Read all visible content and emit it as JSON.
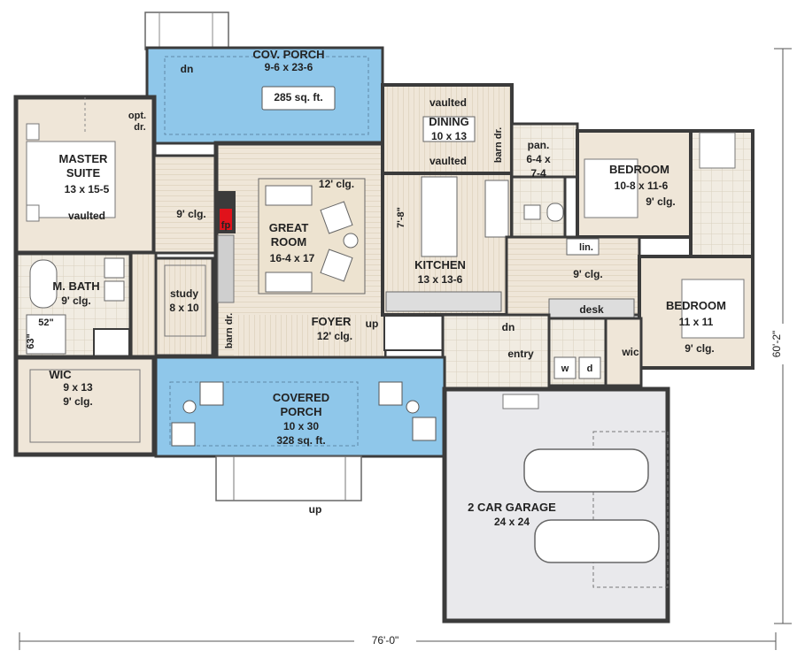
{
  "labels": {
    "cov_porch_name": "COV. PORCH",
    "cov_porch_dim": "9-6 x 23-6",
    "cov_porch_area": "285 sq. ft.",
    "cov_porch_dn": "dn",
    "opt_dr_1": "opt.",
    "opt_dr_2": "dr.",
    "master_name_1": "MASTER",
    "master_name_2": "SUITE",
    "master_dim": "13 x 15-5",
    "master_note": "vaulted",
    "mbath_name": "M. BATH",
    "mbath_clg": "9' clg.",
    "shower_w": "52\"",
    "shower_h": "63\"",
    "wic1_name": "WIC",
    "wic1_dim": "9 x 13",
    "wic1_clg": "9' clg.",
    "hall_clg": "9' clg.",
    "fp": "fp",
    "study_name": "study",
    "study_dim": "8 x 10",
    "barn_dr_1": "barn dr.",
    "great_name_1": "GREAT",
    "great_name_2": "ROOM",
    "great_dim": "16-4 x 17",
    "great_clg": "12' clg.",
    "foyer_name": "FOYER",
    "foyer_clg": "12' clg.",
    "up_stairs": "up",
    "dn_stairs": "dn",
    "dining_note_top": "vaulted",
    "dining_name": "DINING",
    "dining_dim": "10 x 13",
    "dining_note_bottom": "vaulted",
    "barn_dr_2": "barn dr.",
    "pan_name": "pan.",
    "pan_dim_1": "6-4 x",
    "pan_dim_2": "7-4",
    "kitchen_dim_note": "7'-8\"",
    "kitchen_name": "KITCHEN",
    "kitchen_dim": "13 x 13-6",
    "hall_clg_2": "9' clg.",
    "lin": "lin.",
    "desk": "desk",
    "entry": "entry",
    "washer": "w",
    "dryer": "d",
    "wic2": "wic",
    "bed1_name": "BEDROOM",
    "bed1_dim": "10-8 x 11-6",
    "bed1_clg": "9' clg.",
    "bed2_name": "BEDROOM",
    "bed2_dim": "11 x 11",
    "bed2_clg": "9' clg.",
    "porch_name_1": "COVERED",
    "porch_name_2": "PORCH",
    "porch_dim": "10 x 30",
    "porch_area": "328 sq. ft.",
    "front_up": "up",
    "garage_name": "2 CAR GARAGE",
    "garage_dim": "24 x 24",
    "width_dim": "76'-0\"",
    "depth_dim": "60'-2\""
  },
  "colors": {
    "porch_blue": "#8fc7ea",
    "room_fill": "#efe6d8",
    "garage_fill": "#e9e9ec",
    "wall": "#3b3b3b",
    "fireplace": "#e0121b"
  }
}
